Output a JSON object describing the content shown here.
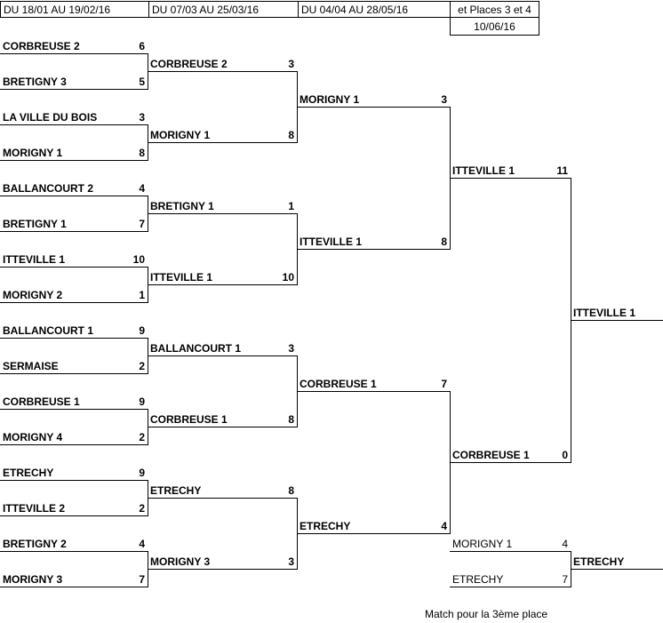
{
  "headers": {
    "round1": "DU 18/01 AU  19/02/16",
    "round2": "DU 07/03 AU  25/03/16",
    "round3": "DU 04/04 AU  28/05/16",
    "final_line1": "et Places 3 et 4",
    "final_line2": "10/06/16"
  },
  "round1": [
    {
      "team": "CORBREUSE 2",
      "score": "6"
    },
    {
      "team": "BRETIGNY 3",
      "score": "5"
    },
    {
      "team": "LA VILLE DU BOIS",
      "score": "3"
    },
    {
      "team": "MORIGNY 1",
      "score": "8"
    },
    {
      "team": "BALLANCOURT 2",
      "score": "4"
    },
    {
      "team": "BRETIGNY 1",
      "score": "7"
    },
    {
      "team": "ITTEVILLE 1",
      "score": "10"
    },
    {
      "team": "MORIGNY 2",
      "score": "1"
    },
    {
      "team": "BALLANCOURT 1",
      "score": "9"
    },
    {
      "team": "SERMAISE",
      "score": "2"
    },
    {
      "team": "CORBREUSE 1",
      "score": "9"
    },
    {
      "team": "MORIGNY 4",
      "score": "2"
    },
    {
      "team": "ETRECHY",
      "score": "9"
    },
    {
      "team": "ITTEVILLE 2",
      "score": "2"
    },
    {
      "team": "BRETIGNY 2",
      "score": "4"
    },
    {
      "team": "MORIGNY 3",
      "score": "7"
    }
  ],
  "round2": [
    {
      "team": "CORBREUSE 2",
      "score": "3"
    },
    {
      "team": "MORIGNY 1",
      "score": "8"
    },
    {
      "team": "BRETIGNY 1",
      "score": "1"
    },
    {
      "team": "ITTEVILLE 1",
      "score": "10"
    },
    {
      "team": "BALLANCOURT 1",
      "score": "3"
    },
    {
      "team": "CORBREUSE 1",
      "score": "8"
    },
    {
      "team": "ETRECHY",
      "score": "8"
    },
    {
      "team": "MORIGNY 3",
      "score": "3"
    }
  ],
  "round3": [
    {
      "team": "MORIGNY 1",
      "score": "3"
    },
    {
      "team": "ITTEVILLE 1",
      "score": "8"
    },
    {
      "team": "CORBREUSE 1",
      "score": "7"
    },
    {
      "team": "ETRECHY",
      "score": "4"
    }
  ],
  "semifinal": [
    {
      "team": "ITTEVILLE 1",
      "score": "11"
    },
    {
      "team": "CORBREUSE 1",
      "score": "0"
    }
  ],
  "winner": "ITTEVILLE 1",
  "third_place": {
    "teams": [
      {
        "team": "MORIGNY 1",
        "score": "4"
      },
      {
        "team": "ETRECHY",
        "score": "7"
      }
    ],
    "winner": "ETRECHY",
    "caption": "Match pour la 3ème place"
  }
}
